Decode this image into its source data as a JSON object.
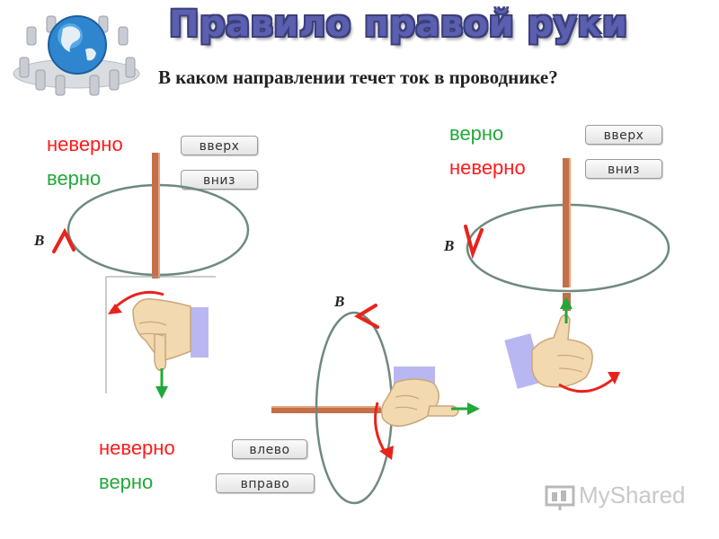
{
  "title": "Правило правой руки",
  "question": "В каком направлении течет ток в проводнике?",
  "b_label": "B",
  "panels": {
    "left": {
      "answer_top": "неверно",
      "answer_bottom": "верно",
      "button_top": "вверх",
      "button_bottom": "вниз"
    },
    "right": {
      "answer_top": "верно",
      "answer_bottom": "неверно",
      "button_top": "вверх",
      "button_bottom": "вниз"
    },
    "middle": {
      "answer_top": "неверно",
      "answer_bottom": "верно",
      "button_top": "влево",
      "button_bottom": "вправо"
    }
  },
  "logo": {
    "text": "MyShared"
  },
  "colors": {
    "title": "#5a5fb0",
    "wrong": "#ff1a1a",
    "correct": "#22a83a",
    "wire": "#c2704a",
    "field_line": "#6e8a7e",
    "arrow_red": "#e8231c",
    "arrow_green": "#22a83a",
    "skin": "#f2d9b0",
    "sleeve": "#b9b7f2"
  },
  "icons": [
    "globe-icon",
    "hand-icon",
    "current-arrow-icon",
    "field-arrow-icon",
    "logo-icon"
  ]
}
